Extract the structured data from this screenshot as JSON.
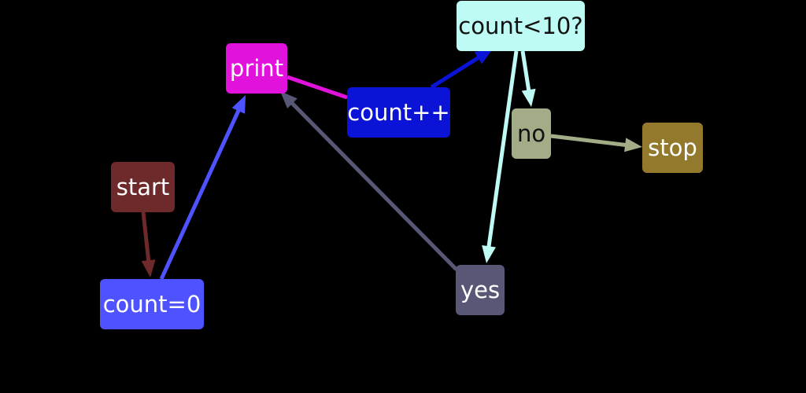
{
  "nodes": {
    "start": {
      "label": "start",
      "bg": "#6e2a2a",
      "fg": "#ffffff"
    },
    "count0": {
      "label": "count=0",
      "bg": "#4f53ff",
      "fg": "#ffffff"
    },
    "print": {
      "label": "print",
      "bg": "#e012dc",
      "fg": "#ffffff"
    },
    "countpp": {
      "label": "count++",
      "bg": "#0b14d6",
      "fg": "#ffffff"
    },
    "cond": {
      "label": "count<10?",
      "bg": "#befbf4",
      "fg": "#111111"
    },
    "no": {
      "label": "no",
      "bg": "#a2ac86",
      "fg": "#111111"
    },
    "stop": {
      "label": "stop",
      "bg": "#92792c",
      "fg": "#ffffff"
    },
    "yes": {
      "label": "yes",
      "bg": "#585876",
      "fg": "#ffffff"
    }
  },
  "edges": [
    {
      "from": "start",
      "to": "count0",
      "color": "#6e2a2a",
      "arrow": true
    },
    {
      "from": "count0",
      "to": "print",
      "color": "#4f53ff",
      "arrow": true
    },
    {
      "from": "print",
      "to": "countpp",
      "color": "#e012dc",
      "arrow": false
    },
    {
      "from": "countpp",
      "to": "cond",
      "color": "#0b14d6",
      "arrow": true
    },
    {
      "from": "cond",
      "to": "no",
      "color": "#befbf4",
      "arrow": true
    },
    {
      "from": "no",
      "to": "stop",
      "color": "#a2ac86",
      "arrow": true
    },
    {
      "from": "cond",
      "to": "yes",
      "color": "#befbf4",
      "arrow": true
    },
    {
      "from": "yes",
      "to": "print",
      "color": "#585876",
      "arrow": true
    }
  ]
}
